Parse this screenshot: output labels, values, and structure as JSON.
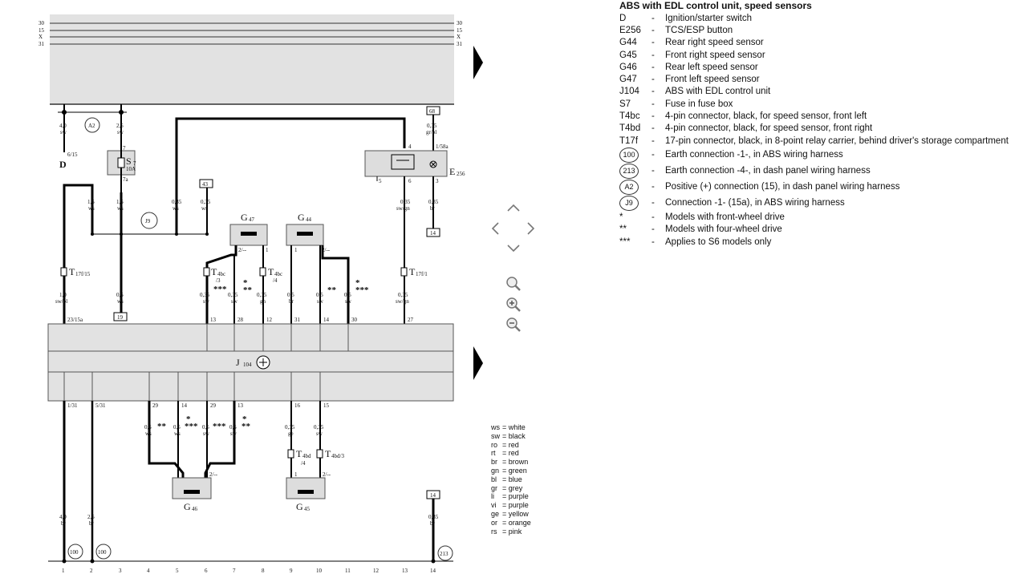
{
  "diagram": {
    "rail_labels": [
      "30",
      "15",
      "X",
      "31"
    ],
    "J104": "J",
    "J104_sub": "104",
    "components": {
      "D": "D",
      "S7": "S",
      "S7_num": "7",
      "S7_amp": "10A",
      "E256": "E",
      "E256_num": "256",
      "G47": "G",
      "G47_num": "47",
      "G44": "G",
      "G44_num": "44",
      "G46": "G",
      "G46_num": "46",
      "G45": "G",
      "G45_num": "45"
    },
    "circles": {
      "A2": "A2",
      "J9": "J9",
      "e100a": "100",
      "e100b": "100",
      "e213": "213"
    },
    "boxes": {
      "b68": "68",
      "b43": "43",
      "b14a": "14",
      "b19": "19",
      "b14b": "14"
    },
    "top_wires": {
      "w1": [
        "4,0",
        "sw"
      ],
      "w2": [
        "2,5",
        "sw"
      ],
      "w3": [
        "1,5",
        "ws"
      ],
      "w4": [
        "1,5",
        "ws"
      ],
      "w5": [
        "0,35",
        "ws"
      ],
      "w6": [
        "0,35",
        "ws"
      ],
      "w7": [
        "0,35",
        "sw/gn"
      ],
      "w8": [
        "0,35",
        "br"
      ],
      "w9": [
        "0,35",
        "gr/bl"
      ]
    },
    "pin_labels": {
      "p6_15": "6/15",
      "p7": "7",
      "p7a": "7a",
      "p4": "4",
      "p1_58a": "1/58a",
      "p5": "5",
      "p6": "6",
      "p3": "3",
      "p2a": "2/--",
      "p1a": "1",
      "p1b": "1",
      "p2b": "2/--"
    },
    "connectors_top": {
      "T17f15": "T",
      "T17f15_sub": "17f/15",
      "T4bc3": "T",
      "T4bc3_sub": "4bc",
      "T4bc3_pin": "/3",
      "T4bc4": "T",
      "T4bc4_sub": "4bc",
      "T4bc4_pin": "/4",
      "T17f1": "T",
      "T17f1_sub": "17f/1"
    },
    "mid_wires": {
      "m1": [
        "1,0",
        "sw/bl"
      ],
      "m2": [
        "0,5",
        "ws"
      ],
      "m3": [
        "0,35",
        "sw"
      ],
      "m4": [
        "0,35",
        "sw"
      ],
      "m5": [
        "0,35",
        "gn"
      ],
      "m6": [
        "0,5",
        "br"
      ],
      "m7": [
        "0,5",
        "sw"
      ],
      "m8": [
        "0,5",
        "sw"
      ],
      "m9": [
        "0,35",
        "sw/gn"
      ]
    },
    "j104_top_pins": [
      "23/15a",
      "13",
      "28",
      "12",
      "31",
      "14",
      "30",
      "27"
    ],
    "j104_bottom_pins": [
      "1/31",
      "5/31",
      "29",
      "14",
      "29",
      "13",
      "16",
      "15"
    ],
    "bottom_wires": {
      "n1": [
        "0,5",
        "ws"
      ],
      "n2": [
        "0,5",
        "ws"
      ],
      "n3": [
        "0,5",
        "sw"
      ],
      "n4": [
        "0,5",
        "sw"
      ],
      "n5": [
        "0,35",
        "ge"
      ],
      "n6": [
        "0,35",
        "sw"
      ]
    },
    "connectors_bottom": {
      "T4bd4": "T",
      "T4bd4_sub": "4bd",
      "T4bd4_pin": "/4",
      "T4bd3": "T",
      "T4bd3_sub": "4bd/3"
    },
    "ground_wires": {
      "g1": [
        "4,0",
        "br"
      ],
      "g2": [
        "2,5",
        "br"
      ],
      "g3": [
        "0,35",
        "br"
      ]
    },
    "stars": {
      "s_a": "***",
      "s_b": "*",
      "s_b2": "**",
      "s_c": "**",
      "s_d": "*",
      "s_d2": "***",
      "s_e": "**",
      "s_f": "*",
      "s_f2": "***",
      "s_g": "***",
      "s_h": "*",
      "s_h2": "**"
    },
    "track_numbers": [
      "1",
      "2",
      "3",
      "4",
      "5",
      "6",
      "7",
      "8",
      "9",
      "10",
      "11",
      "12",
      "13",
      "14"
    ]
  },
  "legend": {
    "title": "ABS with EDL control unit, speed sensors",
    "items": [
      {
        "code": "D",
        "desc": "Ignition/starter switch"
      },
      {
        "code": "E256",
        "desc": "TCS/ESP button"
      },
      {
        "code": "G44",
        "desc": "Rear right speed sensor"
      },
      {
        "code": "G45",
        "desc": "Front right speed sensor"
      },
      {
        "code": "G46",
        "desc": "Rear left speed sensor"
      },
      {
        "code": "G47",
        "desc": "Front left speed sensor"
      },
      {
        "code": "J104",
        "desc": "ABS with EDL control unit"
      },
      {
        "code": "S7",
        "desc": "Fuse in fuse box"
      },
      {
        "code": "T4bc",
        "desc": "4-pin connector, black, for speed sensor, front left"
      },
      {
        "code": "T4bd",
        "desc": "4-pin connector, black, for speed sensor, front right"
      },
      {
        "code": "T17f",
        "desc": "17-pin connector, black, in 8-point relay carrier, behind driver's storage compartment"
      }
    ],
    "earth": [
      {
        "code": "100",
        "desc": "Earth connection -1-, in ABS wiring harness"
      },
      {
        "code": "213",
        "desc": "Earth connection -4-, in dash panel wiring harness"
      },
      {
        "code": "A2",
        "desc": "Positive (+) connection (15), in dash panel wiring harness"
      },
      {
        "code": "J9",
        "desc": "Connection -1- (15a), in ABS wiring harness"
      }
    ],
    "notes": [
      {
        "code": "*",
        "desc": "Models with front-wheel drive"
      },
      {
        "code": "**",
        "desc": "Models with four-wheel drive"
      },
      {
        "code": "***",
        "desc": "Applies to S6 models only"
      }
    ],
    "dash": "-"
  },
  "color_codes": [
    {
      "k": "ws",
      "v": "= white"
    },
    {
      "k": "sw",
      "v": "= black"
    },
    {
      "k": "ro",
      "v": "= red"
    },
    {
      "k": "rt",
      "v": "= red"
    },
    {
      "k": "br",
      "v": "= brown"
    },
    {
      "k": "gn",
      "v": "= green"
    },
    {
      "k": "bl",
      "v": "= blue"
    },
    {
      "k": "gr",
      "v": "= grey"
    },
    {
      "k": "li",
      "v": "= purple"
    },
    {
      "k": "vi",
      "v": "= purple"
    },
    {
      "k": "ge",
      "v": "= yellow"
    },
    {
      "k": "or",
      "v": "= orange"
    },
    {
      "k": "rs",
      "v": "= pink"
    }
  ],
  "nav": {
    "up": "chevron-up-icon",
    "left": "chevron-left-icon",
    "right": "chevron-right-icon",
    "down": "chevron-down-icon",
    "search": "magnifier-icon",
    "zoom_in": "zoom-in-icon",
    "zoom_out": "zoom-out-icon"
  }
}
